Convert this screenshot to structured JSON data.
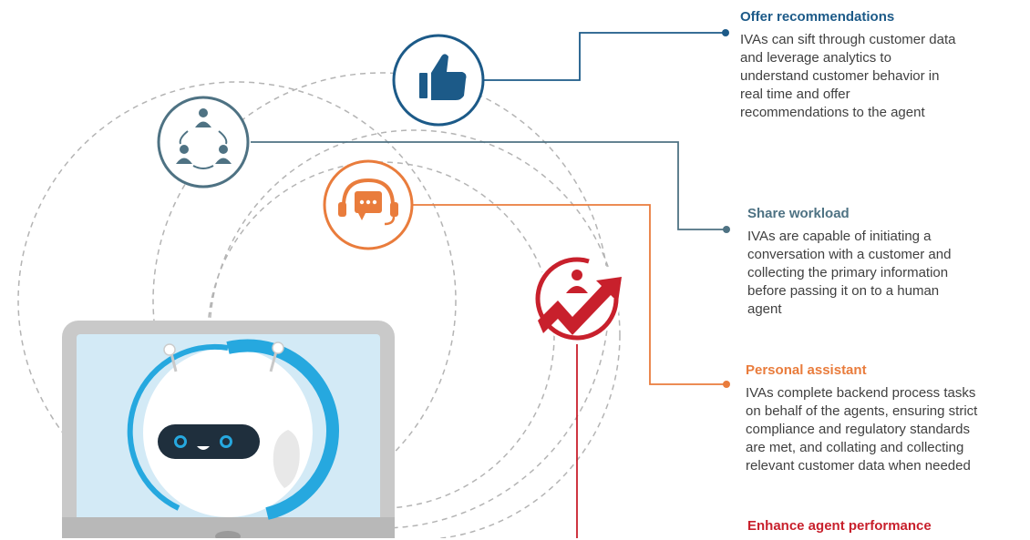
{
  "colors": {
    "offer": "#1c5a88",
    "share": "#4e7283",
    "personal": "#e97c3c",
    "enhance": "#c8202c",
    "dashed": "#b4b4b4",
    "screen": "#d3eaf6",
    "laptop": "#c9c9c9"
  },
  "icons": {
    "offer": "thumbs-up-icon",
    "share": "people-network-icon",
    "personal": "headset-chat-icon",
    "enhance": "performance-growth-icon",
    "bot": "robot-face-icon"
  },
  "items": {
    "offer": {
      "title": "Offer recommendations",
      "lines": [
        "IVAs can sift through customer data",
        "and leverage analytics to",
        "understand customer behavior in",
        "real time and offer",
        "recommendations to the agent"
      ]
    },
    "share": {
      "title": "Share workload",
      "lines": [
        "IVAs are capable of initiating a",
        "conversation with a customer and",
        "collecting the primary information",
        "before passing it on to a human",
        "agent"
      ]
    },
    "personal": {
      "title": "Personal assistant",
      "lines": [
        "IVAs complete backend process tasks",
        "on behalf of the agents, ensuring strict",
        "compliance and regulatory standards",
        "are met, and collating and collecting",
        "relevant customer data when needed"
      ]
    },
    "enhance": {
      "title": "Enhance agent performance"
    }
  }
}
